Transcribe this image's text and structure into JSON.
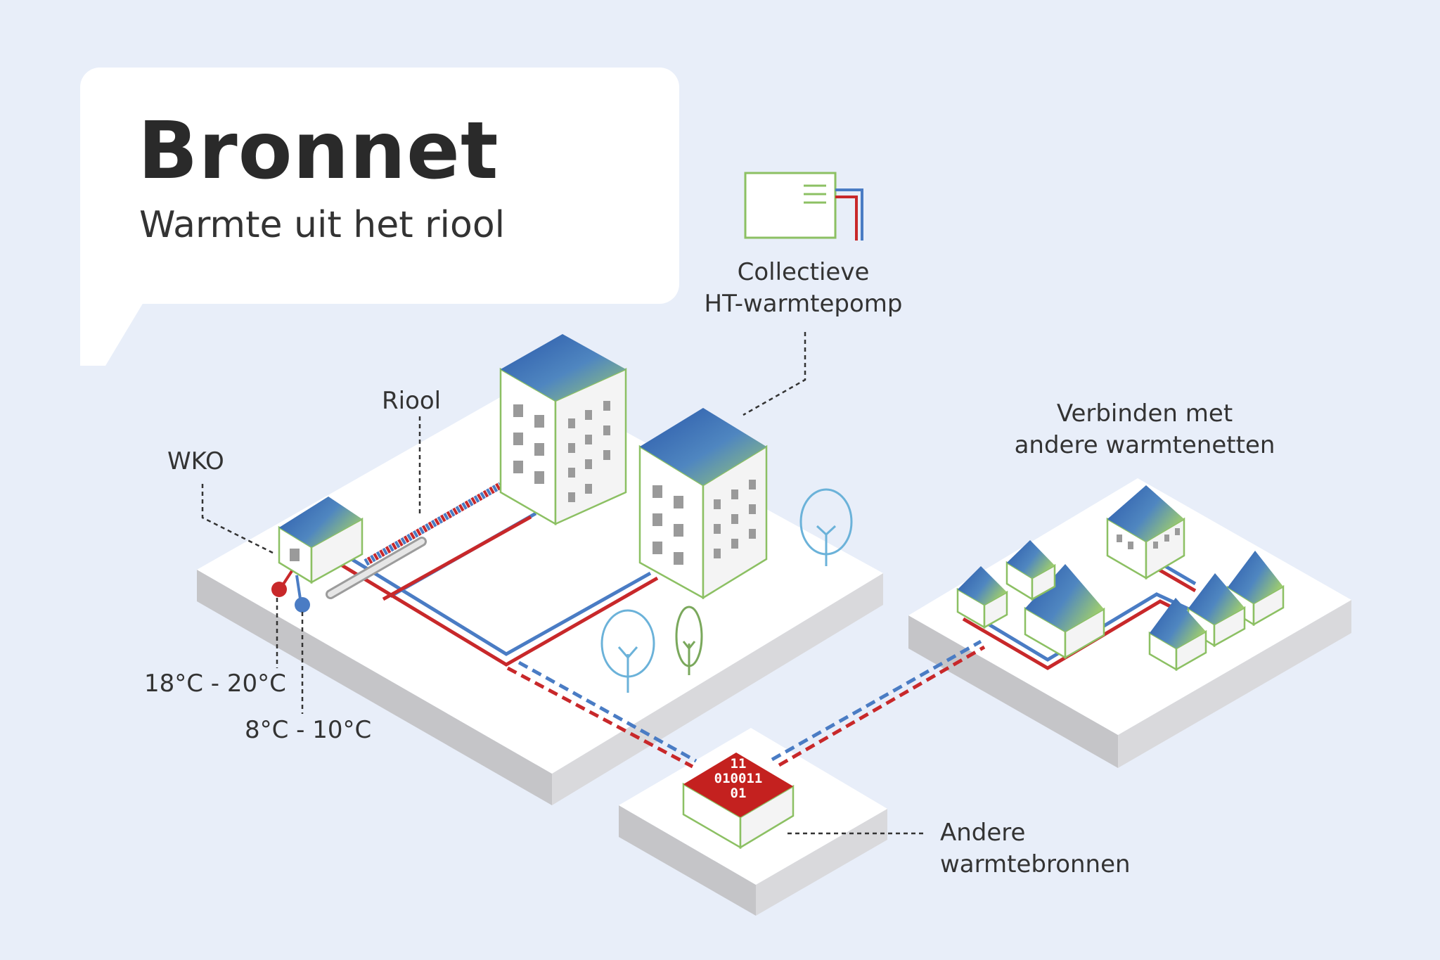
{
  "title": "Bronnet",
  "subtitle": "Warmte uit het riool",
  "labels": {
    "wko": "WKO",
    "riool": "Riool",
    "heatpump_line1": "Collectieve",
    "heatpump_line2": "HT-warmtepomp",
    "connect_line1": "Verbinden met",
    "connect_line2": "andere warmtenetten",
    "temp_warm": "18°C - 20°C",
    "temp_cold": "8°C - 10°C",
    "sources_line1": "Andere",
    "sources_line2": "warmtebronnen",
    "source_code_line1": "11",
    "source_code_line2": "010011",
    "source_code_line3": "01"
  },
  "colors": {
    "background": "#e8eef9",
    "warm_pipe": "#c8282a",
    "cold_pipe": "#4a7cc4",
    "outline_green": "#8cc063",
    "roof_blue": "#2e5fae",
    "roof_green": "#8fc06a",
    "source_red": "#c4211f",
    "tree_blue": "#6bb2d9",
    "tree_green": "#7aa85c"
  },
  "icons": [
    "heat-pump-icon",
    "tree-icon",
    "warm-valve-icon",
    "cold-valve-icon"
  ]
}
